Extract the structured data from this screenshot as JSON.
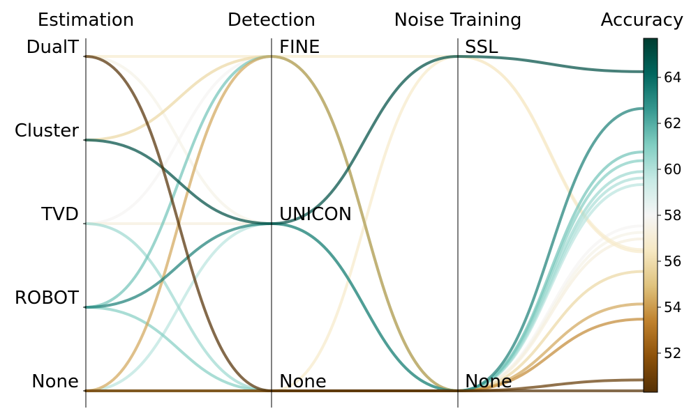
{
  "chart_data": {
    "type": "parallel_coordinates",
    "axes": [
      {
        "name": "Estimation",
        "categories": [
          "None",
          "ROBOT",
          "TVD",
          "Cluster",
          "DualT"
        ]
      },
      {
        "name": "Detection",
        "categories": [
          "None",
          "UNICON",
          "FINE"
        ]
      },
      {
        "name": "Noise Training",
        "categories": [
          "None",
          "SSL"
        ]
      },
      {
        "name": "Accuracy",
        "range": [
          50.3,
          65.7
        ]
      }
    ],
    "colorbar": {
      "range": [
        50.3,
        65.7
      ],
      "ticks": [
        "52",
        "54",
        "56",
        "58",
        "60",
        "62",
        "64"
      ],
      "colormap": "BrBG"
    },
    "lines": [
      {
        "Estimation": "DualT",
        "Detection": "FINE",
        "Noise Training": "SSL",
        "Accuracy": 56.8
      },
      {
        "Estimation": "DualT",
        "Detection": "None",
        "Noise Training": "None",
        "Accuracy": 50.3
      },
      {
        "Estimation": "DualT",
        "Detection": "UNICON",
        "Noise Training": "None",
        "Accuracy": 57.6
      },
      {
        "Estimation": "Cluster",
        "Detection": "FINE",
        "Noise Training": "None",
        "Accuracy": 55.8
      },
      {
        "Estimation": "Cluster",
        "Detection": "UNICON",
        "Noise Training": "SSL",
        "Accuracy": 65.0
      },
      {
        "Estimation": "TVD",
        "Detection": "UNICON",
        "Noise Training": "None",
        "Accuracy": 57.3
      },
      {
        "Estimation": "TVD",
        "Detection": "FINE",
        "Noise Training": "None",
        "Accuracy": 57.9
      },
      {
        "Estimation": "TVD",
        "Detection": "None",
        "Noise Training": "None",
        "Accuracy": 60.4
      },
      {
        "Estimation": "ROBOT",
        "Detection": "FINE",
        "Noise Training": "None",
        "Accuracy": 61.3
      },
      {
        "Estimation": "ROBOT",
        "Detection": "UNICON",
        "Noise Training": "None",
        "Accuracy": 63.3
      },
      {
        "Estimation": "ROBOT",
        "Detection": "None",
        "Noise Training": "None",
        "Accuracy": 60.9
      },
      {
        "Estimation": "None",
        "Detection": "None",
        "Noise Training": "None",
        "Accuracy": 50.8
      },
      {
        "Estimation": "None",
        "Detection": "FINE",
        "Noise Training": "None",
        "Accuracy": 54.3
      },
      {
        "Estimation": "None",
        "Detection": "UNICON",
        "Noise Training": "None",
        "Accuracy": 59.8
      },
      {
        "Estimation": "None",
        "Detection": "None",
        "Noise Training": "SSL",
        "Accuracy": 56.7
      },
      {
        "Estimation": "None",
        "Detection": "None",
        "Noise Training": "None",
        "Accuracy": 53.6
      },
      {
        "Estimation": "None",
        "Detection": "None",
        "Noise Training": "None",
        "Accuracy": 60.1
      }
    ]
  }
}
